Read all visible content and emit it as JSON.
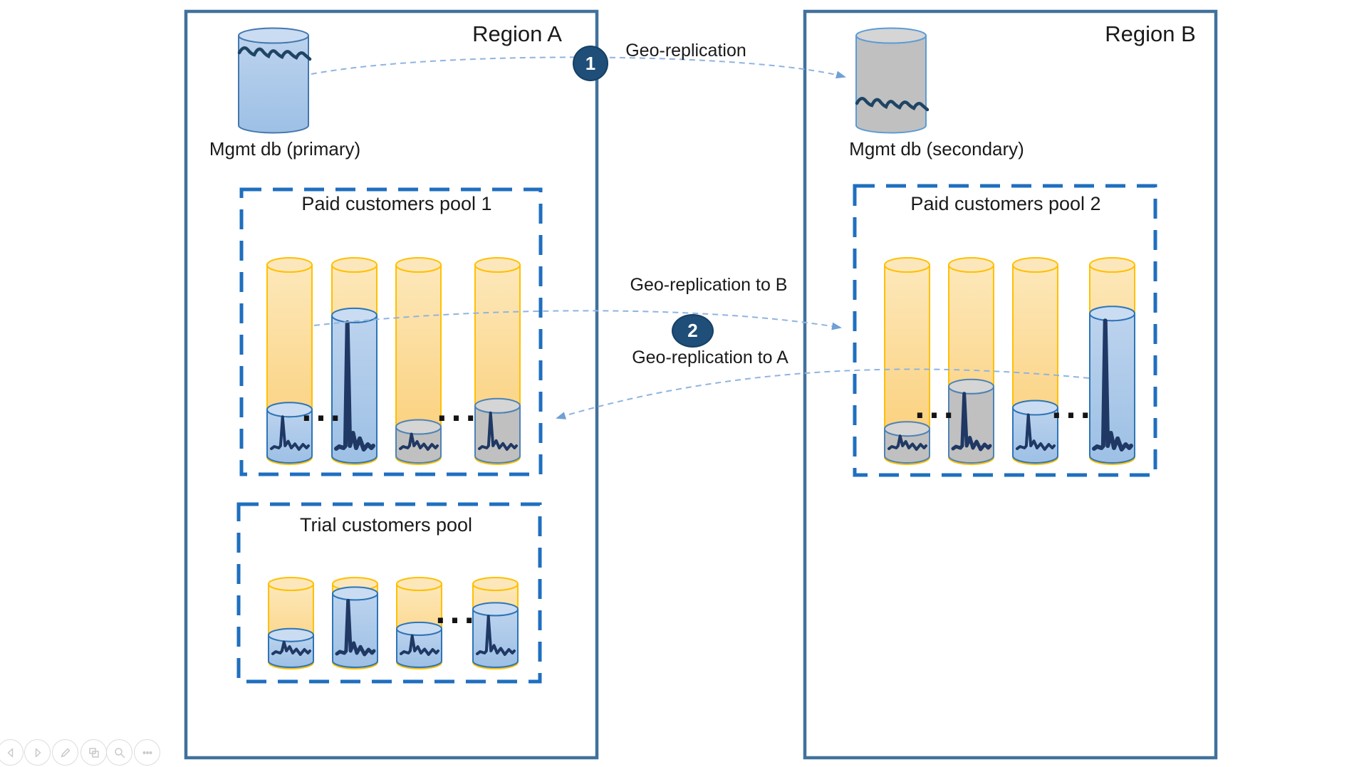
{
  "slide": {
    "regions": [
      {
        "title": "Region A"
      },
      {
        "title": "Region B"
      }
    ],
    "mgmt_dbs": [
      {
        "label": "Mgmt db (primary)",
        "role": "primary",
        "color": "blue"
      },
      {
        "label": "Mgmt db (secondary)",
        "role": "secondary",
        "color": "gray"
      }
    ],
    "connectors": [
      {
        "step": "1",
        "label": "Geo-replication"
      },
      {
        "step": "2",
        "label_top": "Geo-replication to B",
        "label_bottom": "Geo-replication to A"
      }
    ],
    "pools": [
      {
        "title": "Paid customers pool 1",
        "ellipsis": "...",
        "databases": [
          {
            "used_pct": 24,
            "used_color": "blue",
            "spark": "small"
          },
          {
            "used_pct": 73,
            "used_color": "blue",
            "spark": "tall"
          },
          {
            "used_pct": 15,
            "used_color": "gray",
            "spark": "small"
          },
          {
            "used_pct": 26,
            "used_color": "gray",
            "spark": "small"
          }
        ]
      },
      {
        "title": "Paid customers pool 2",
        "ellipsis": "...",
        "databases": [
          {
            "used_pct": 14,
            "used_color": "gray",
            "spark": "small"
          },
          {
            "used_pct": 36,
            "used_color": "gray",
            "spark": "small"
          },
          {
            "used_pct": 25,
            "used_color": "blue",
            "spark": "small"
          },
          {
            "used_pct": 74,
            "used_color": "blue",
            "spark": "tall"
          }
        ]
      },
      {
        "title": "Trial customers pool",
        "ellipsis": "...",
        "databases": [
          {
            "used_pct": 33,
            "used_color": "blue",
            "spark": "small"
          },
          {
            "used_pct": 86,
            "used_color": "blue",
            "spark": "tall"
          },
          {
            "used_pct": 41,
            "used_color": "blue",
            "spark": "small"
          },
          {
            "used_pct": 66,
            "used_color": "blue",
            "spark": "small"
          }
        ]
      }
    ]
  },
  "toolbar": {
    "buttons": [
      "previous-slide",
      "next-slide",
      "pen-tools",
      "see-all-slides",
      "zoom-into-slide",
      "more-options"
    ]
  },
  "colors": {
    "region_border": "#41719C",
    "pool_border": "#1F6FBF",
    "orange_stroke": "#FFC000",
    "orange_top": "#FCE7BC",
    "blue_stroke": "#2E75B6",
    "blue_top": "#C9DCF2",
    "gray_fill": "#C0C0C0",
    "gray_top": "#D5D5D5",
    "gray_stroke": "#4E83B5",
    "mgmt_primary_stroke": "#4577AE",
    "mgmt_secondary_stroke": "#5B9BD5",
    "sparkline": "#1F3864",
    "wave": "#1F4464",
    "connector": "#8FB4E0",
    "arrowhead": "#6FA0D6",
    "badge_fill": "#1F4E79",
    "badge_text": "#FFFFFF",
    "text": "#1A1A1A"
  }
}
